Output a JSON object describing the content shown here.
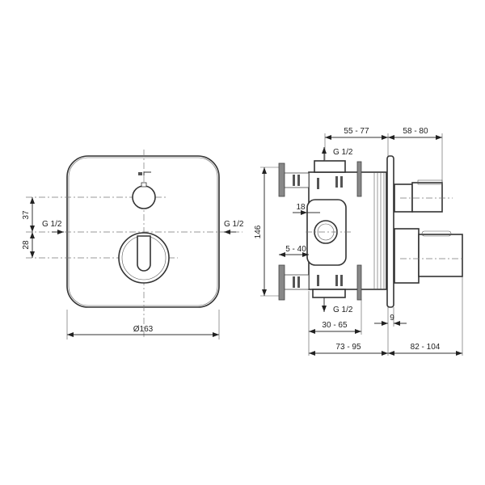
{
  "front_view": {
    "dim_width": "Ø163",
    "dim_upper": "37",
    "dim_lower": "28",
    "inlet_left": "G 1/2",
    "inlet_right": "G 1/2"
  },
  "side_view": {
    "dim_top_left": "55 - 77",
    "dim_top_right": "58 - 80",
    "outlet_top": "G 1/2",
    "outlet_bottom": "G 1/2",
    "dim_height": "146",
    "dim_18": "18",
    "dim_5_40": "5 - 40",
    "dim_30_65": "30 - 65",
    "dim_9": "9",
    "dim_73_95": "73 - 95",
    "dim_82_104": "82 - 104"
  }
}
